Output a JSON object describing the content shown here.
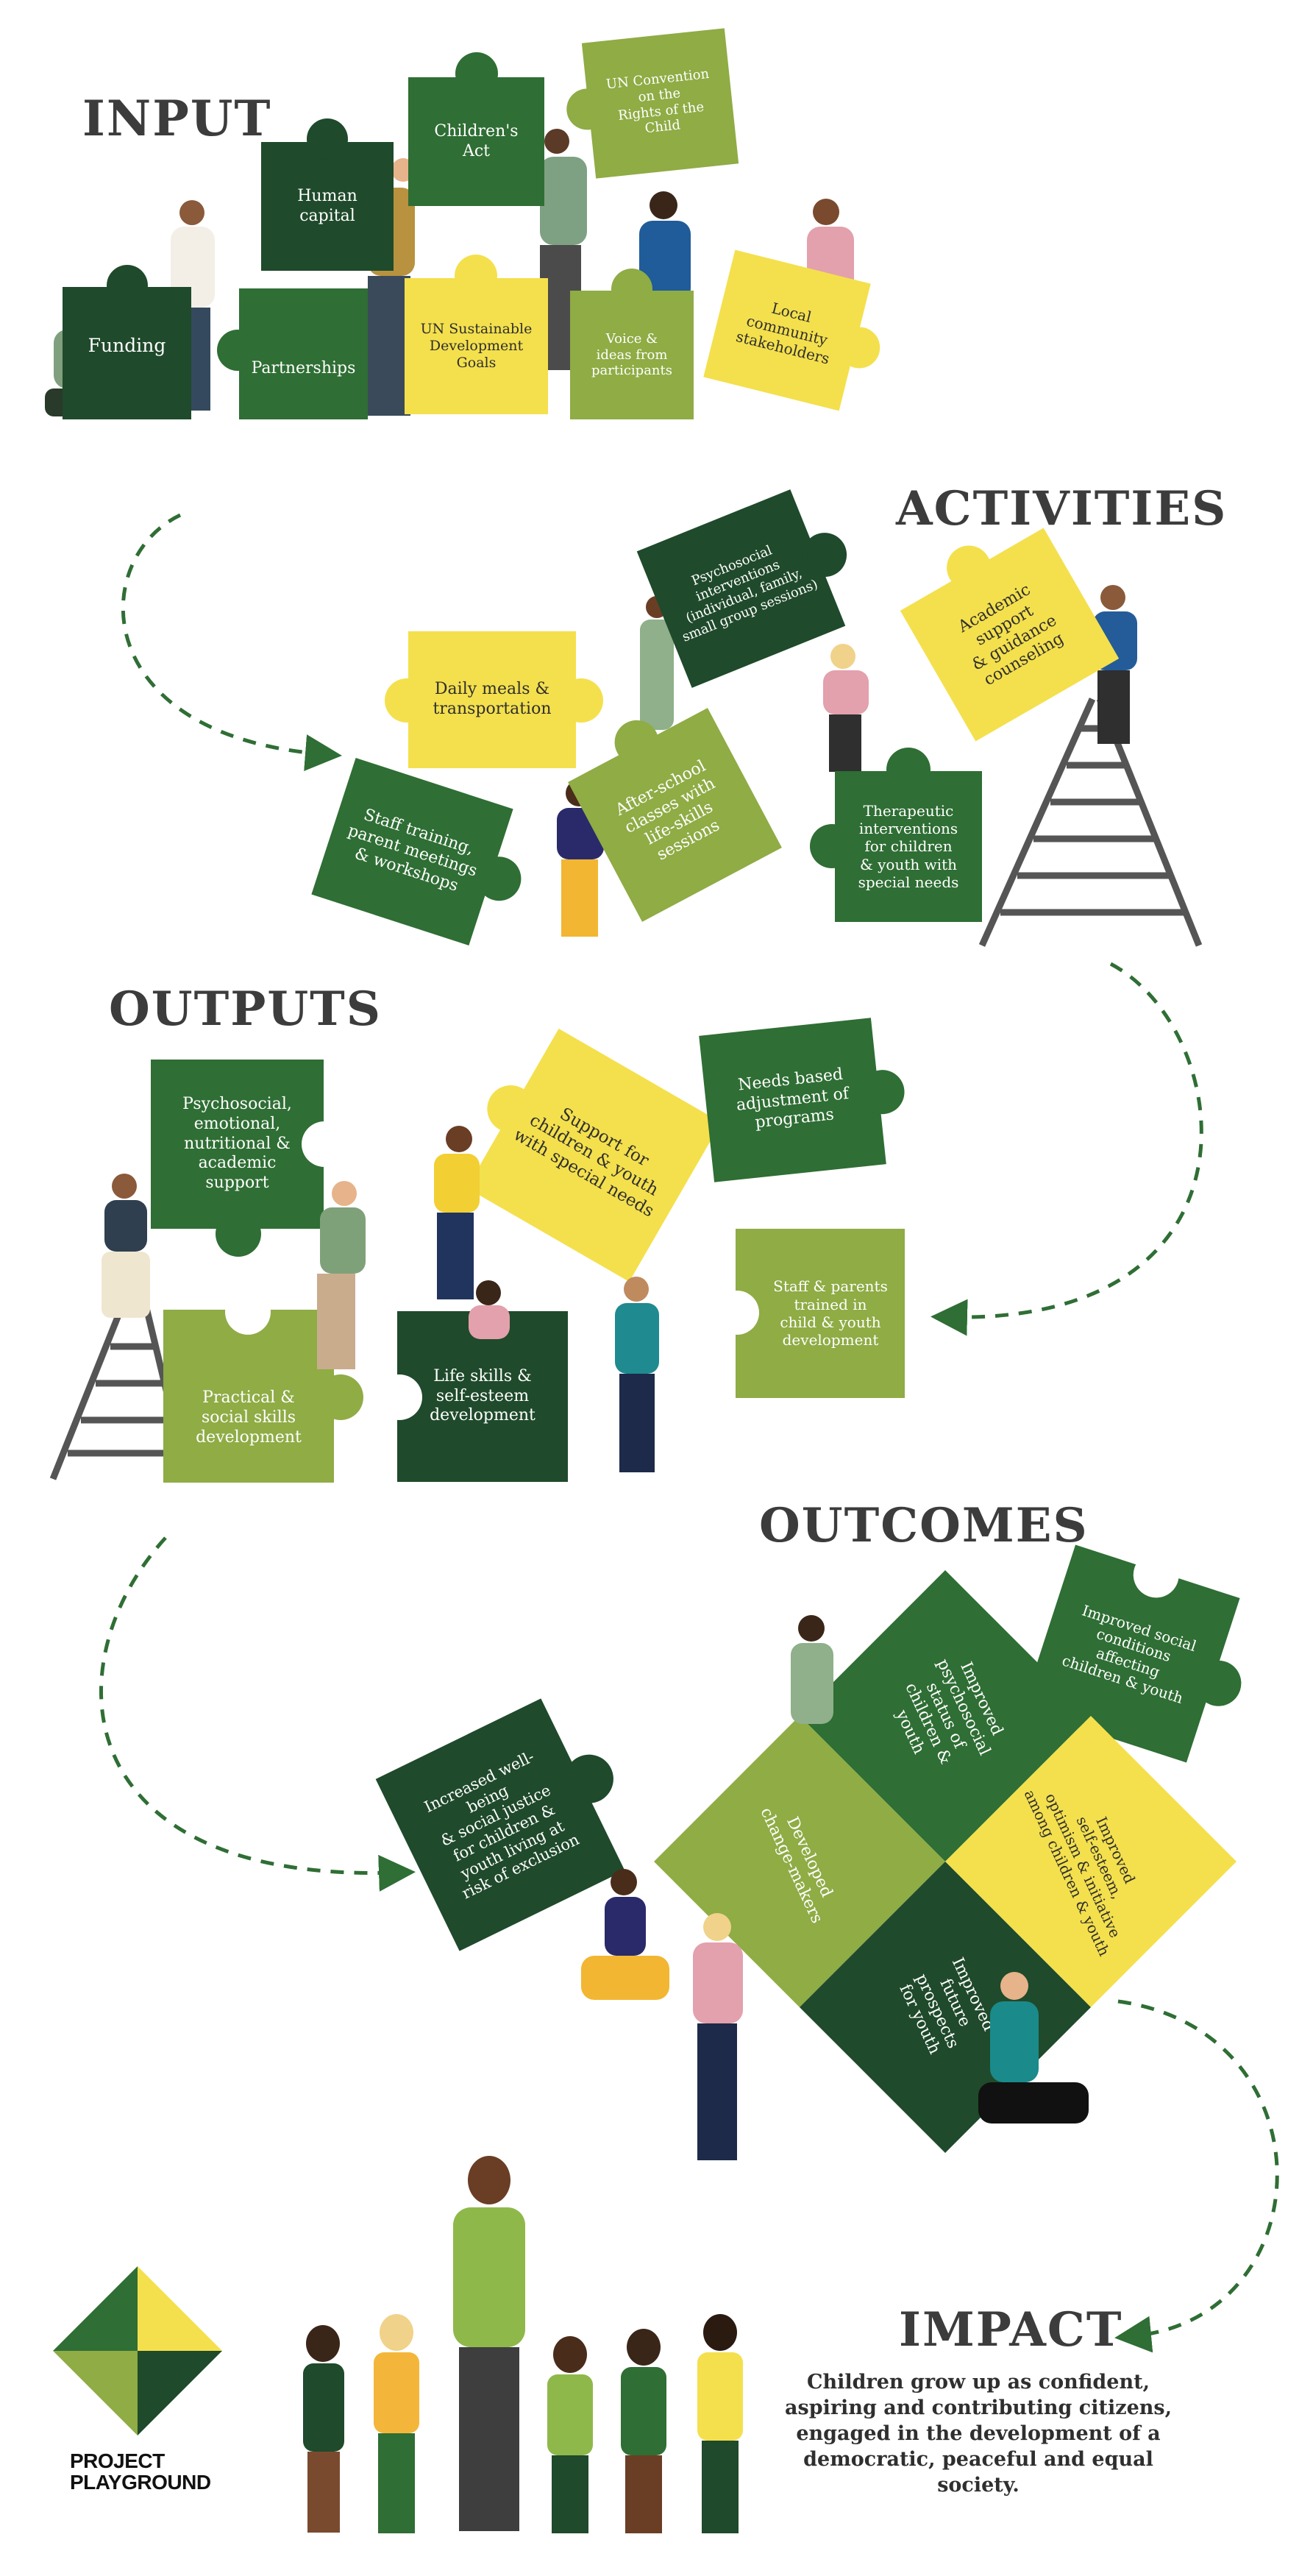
{
  "sections": {
    "input": "INPUT",
    "activities": "ACTIVITIES",
    "outputs": "OUTPUTS",
    "outcomes": "OUTCOMES",
    "impact": "IMPACT"
  },
  "input_pieces": [
    {
      "label": "Funding"
    },
    {
      "label": "Human\ncapital"
    },
    {
      "label": "Children's\nAct"
    },
    {
      "label": "UN Convention\non the\nRights of the Child"
    },
    {
      "label": "Partnerships"
    },
    {
      "label": "UN Sustainable\nDevelopment\nGoals"
    },
    {
      "label": "Voice &\nideas from\nparticipants"
    },
    {
      "label": "Local\ncommunity\nstakeholders"
    }
  ],
  "activity_pieces": [
    {
      "label": "Psychosocial\ninterventions\n(individual, family,\nsmall group sessions)"
    },
    {
      "label": "Academic\nsupport\n& guidance\ncounseling"
    },
    {
      "label": "Daily meals &\ntransportation"
    },
    {
      "label": "After-school\nclasses with\nlife-skills\nsessions"
    },
    {
      "label": "Therapeutic\ninterventions\nfor children\n& youth with\nspecial needs"
    },
    {
      "label": "Staff training,\nparent meetings\n& workshops"
    }
  ],
  "output_pieces": [
    {
      "label": "Psychosocial,\nemotional,\nnutritional &\nacademic\nsupport"
    },
    {
      "label": "Support for\nchildren & youth\nwith special needs"
    },
    {
      "label": "Needs based\nadjustment of\nprograms"
    },
    {
      "label": "Staff & parents\ntrained in\nchild & youth\ndevelopment"
    },
    {
      "label": "Practical &\nsocial skills\ndevelopment"
    },
    {
      "label": "Life skills &\nself-esteem\ndevelopment"
    }
  ],
  "outcome_pieces": [
    {
      "label": "Improved social\nconditions\naffecting\nchildren & youth"
    },
    {
      "label": "Increased well-being\n& social justice\nfor children &\nyouth living at\nrisk of exclusion"
    },
    {
      "label": "Improved\npsychosocial\nstatus of\nchildren &\nyouth"
    },
    {
      "label": "Developed\nchange-makers"
    },
    {
      "label": "Improved\nself-esteem,\noptimism & initiative\namong children & youth"
    },
    {
      "label": "Improved\nfuture\nprospects\nfor youth"
    }
  ],
  "impact_text": "Children grow up as confident,\naspiring and contributing citizens,\nengaged in the development of a\ndemocratic, peaceful and equal society.",
  "logo": {
    "text": "PROJECT\nPLAYGROUND"
  },
  "colors": {
    "dark_green": "#1f4a2b",
    "medium_green": "#2f6e34",
    "light_green": "#8fac45",
    "yellow": "#f4e04d",
    "heading": "#3c3c3c"
  }
}
